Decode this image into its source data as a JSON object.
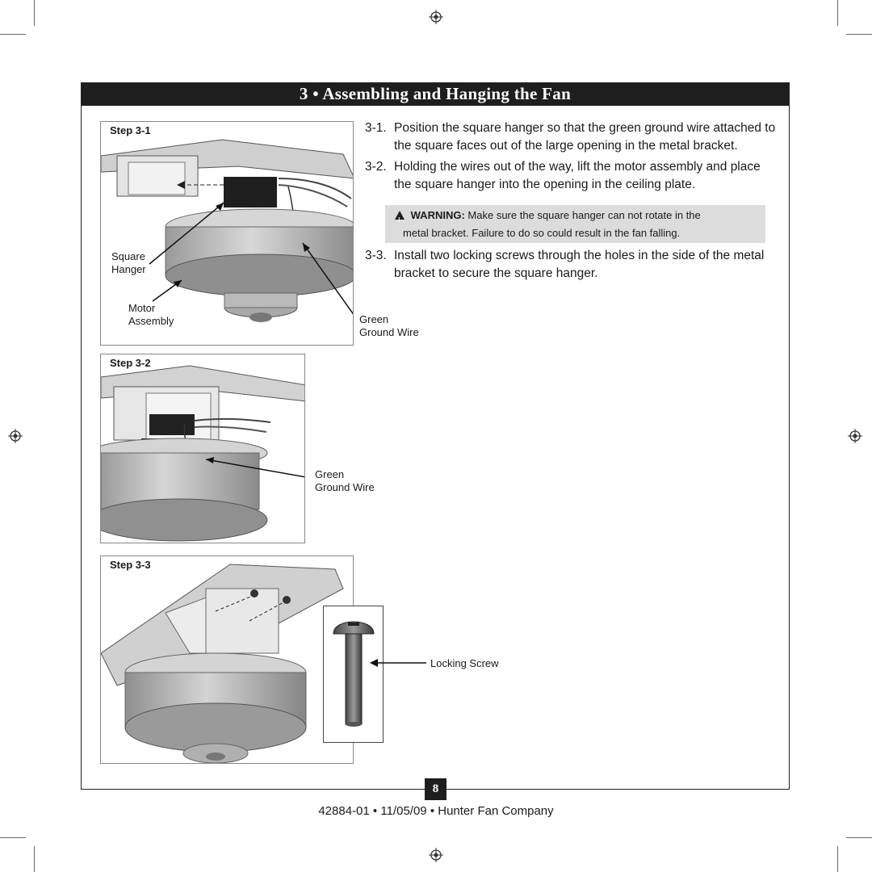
{
  "title": "3 • Assembling and Hanging the Fan",
  "steps": [
    {
      "label": "Step 3-1",
      "callouts": {
        "square_hanger": "Square\nHanger",
        "motor_assembly": "Motor\nAssembly",
        "ground_wire": "Green\nGround Wire"
      }
    },
    {
      "label": "Step 3-2",
      "callouts": {
        "ground_wire": "Green\nGround Wire"
      }
    },
    {
      "label": "Step 3-3",
      "callouts": {
        "locking_screw": "Locking Screw"
      }
    }
  ],
  "instructions": [
    {
      "num": "3-1.",
      "text": "Position the square hanger so that the green ground wire attached to the square faces out of the large opening in the metal bracket."
    },
    {
      "num": "3-2.",
      "text": "Holding the wires out of the way, lift the motor assembly and place the square hanger into the opening in the ceiling plate."
    },
    {
      "num": "3-3.",
      "text": "Install two locking screws through the holes in the side of the metal bracket to secure the square hanger."
    }
  ],
  "warning": {
    "head": "WARNING:",
    "line1": "Make sure the square hanger can not rotate in the",
    "line2": "metal bracket. Failure to do so could result in the fan falling."
  },
  "page_number": "8",
  "footer": {
    "doc_number": "42884-01",
    "date": "11/05/09",
    "company": "Hunter Fan Company",
    "separator": "•"
  },
  "colors": {
    "title_bar": "#1e1e1e",
    "warning_bg": "#dcdcdc",
    "panel_border": "#888888"
  }
}
